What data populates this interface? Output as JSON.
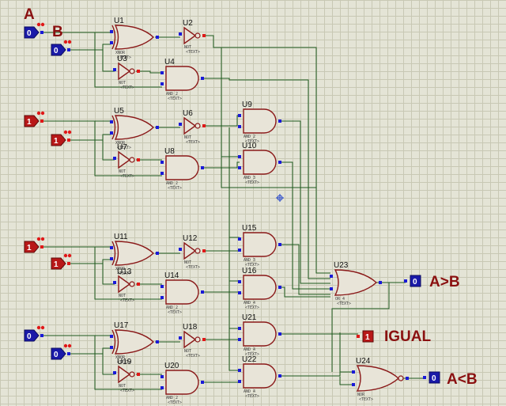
{
  "labels": {
    "input_a": "A",
    "input_b": "B",
    "out_gt": "A>B",
    "out_eq": "IGUAL",
    "out_lt": "A<B"
  },
  "inputs": [
    {
      "value": "0",
      "color": "blue"
    },
    {
      "value": "0",
      "color": "blue"
    },
    {
      "value": "1",
      "color": "red"
    },
    {
      "value": "1",
      "color": "red"
    },
    {
      "value": "1",
      "color": "red"
    },
    {
      "value": "1",
      "color": "red"
    },
    {
      "value": "0",
      "color": "blue"
    },
    {
      "value": "0",
      "color": "blue"
    }
  ],
  "outputs": [
    {
      "value": "0",
      "color": "blue"
    },
    {
      "value": "1",
      "color": "red"
    },
    {
      "value": "0",
      "color": "blue"
    }
  ],
  "gates": [
    {
      "ref": "U1",
      "type": "XNOR",
      "sub": "XNOR"
    },
    {
      "ref": "U2",
      "type": "NOT",
      "sub": "NOT"
    },
    {
      "ref": "U3",
      "type": "NOT",
      "sub": "NOT"
    },
    {
      "ref": "U4",
      "type": "AND",
      "sub": "AND_2"
    },
    {
      "ref": "U5",
      "type": "XNOR",
      "sub": "XNOR"
    },
    {
      "ref": "U6",
      "type": "NOT",
      "sub": "NOT"
    },
    {
      "ref": "U7",
      "type": "NOT",
      "sub": "NOT"
    },
    {
      "ref": "U8",
      "type": "AND",
      "sub": "AND_2"
    },
    {
      "ref": "U9",
      "type": "AND",
      "sub": "AND_2"
    },
    {
      "ref": "U10",
      "type": "AND",
      "sub": "AND_3"
    },
    {
      "ref": "U11",
      "type": "XNOR",
      "sub": "XNOR"
    },
    {
      "ref": "U12",
      "type": "NOT",
      "sub": "NOT"
    },
    {
      "ref": "U13",
      "type": "NOT",
      "sub": "NOT"
    },
    {
      "ref": "U14",
      "type": "AND",
      "sub": "AND_2"
    },
    {
      "ref": "U15",
      "type": "AND",
      "sub": "AND_3"
    },
    {
      "ref": "U16",
      "type": "AND",
      "sub": "AND_4"
    },
    {
      "ref": "U17",
      "type": "XNOR",
      "sub": "XNOR"
    },
    {
      "ref": "U18",
      "type": "NOT",
      "sub": "NOT"
    },
    {
      "ref": "U19",
      "type": "NOT",
      "sub": "NOT"
    },
    {
      "ref": "U20",
      "type": "AND",
      "sub": "AND_2"
    },
    {
      "ref": "U21",
      "type": "AND",
      "sub": "AND_4"
    },
    {
      "ref": "U22",
      "type": "AND",
      "sub": "AND_4"
    },
    {
      "ref": "U23",
      "type": "OR",
      "sub": "OR_4"
    },
    {
      "ref": "U24",
      "type": "NOR",
      "sub": "NOR"
    }
  ],
  "text_placeholder": "<TEXT>",
  "colors": {
    "background": "#e4e4d6",
    "grid": "#c8c8b4",
    "wire": "#1e5a1e",
    "gate_outline": "#8a1818",
    "pin_low": "#1a1ad8",
    "pin_high": "#e01818",
    "label": "#8a1010"
  }
}
